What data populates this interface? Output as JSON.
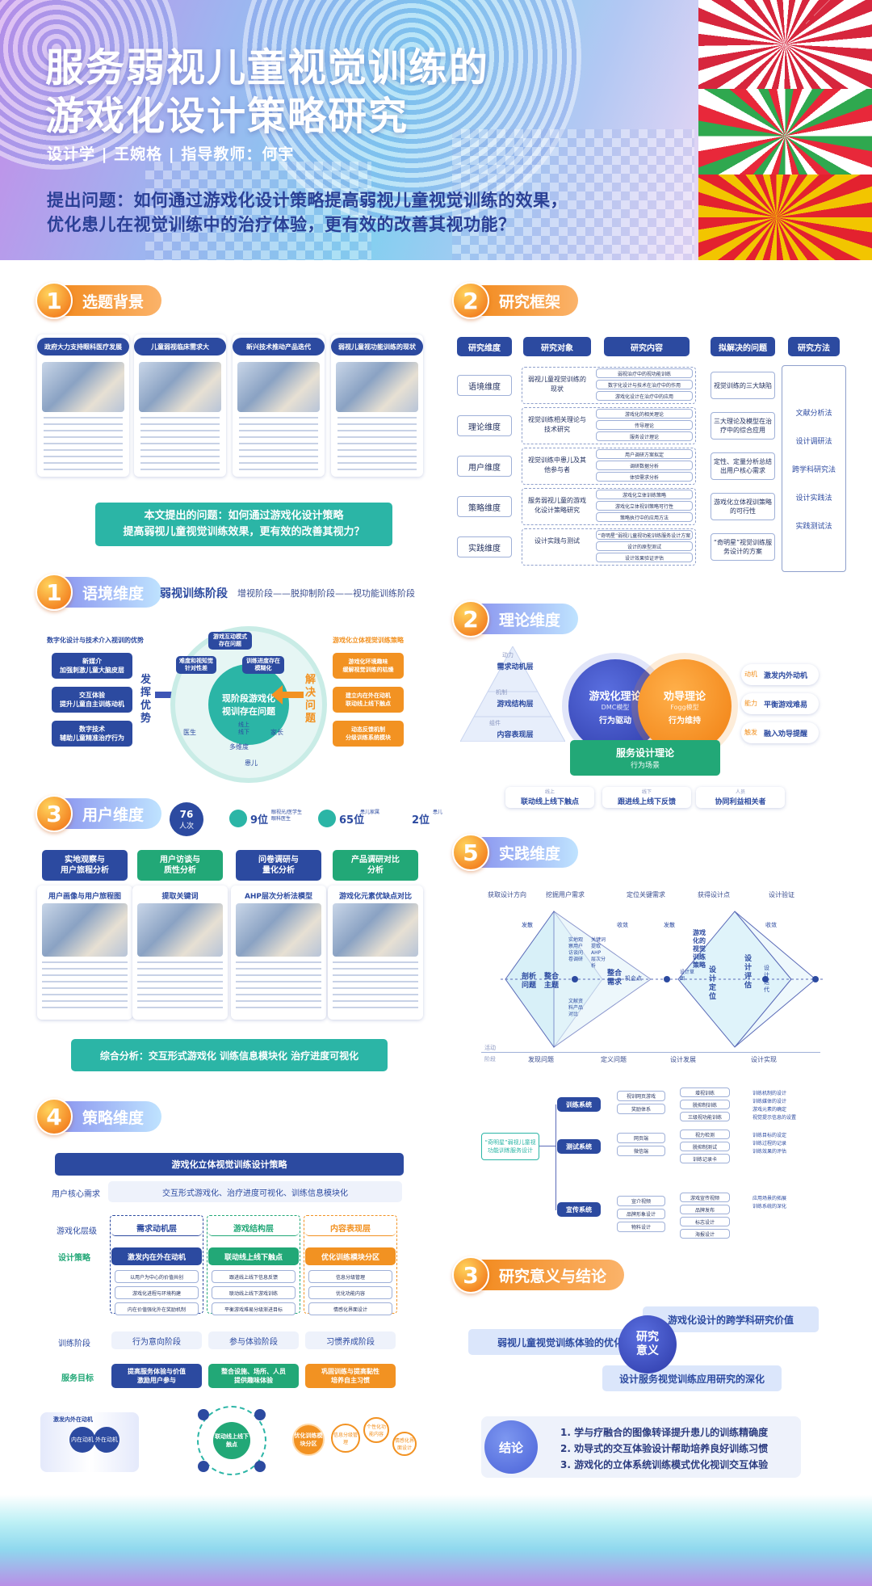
{
  "header": {
    "title_line1": "服务弱视儿童视觉训练的",
    "title_line2": "游戏化设计策略研究",
    "byline": "设计学 | 王婉格 | 指导教师：何宇",
    "question_line1": "提出问题：如何通过游戏化设计策略提高弱视儿童视觉训练的效果，",
    "question_line2": "优化患儿在视觉训练中的治疗体验，更有效的改善其视功能？"
  },
  "s1": {
    "num": "1",
    "label": "选题背景",
    "cards": [
      "政府大力支持眼科医疗发展",
      "儿童弱视临床需求大",
      "新兴技术推动产品迭代",
      "弱视儿童视功能训练的现状"
    ],
    "problem_line1": "本文提出的问题：如何通过游戏化设计策略",
    "problem_line2": "提高弱视儿童视觉训练效果，更有效的改善其视力？"
  },
  "s1b": {
    "num": "1",
    "label": "语境维度",
    "stage_title": "弱视训练阶段",
    "stages": "增视阶段——脱抑制阶段——视功能训练阶段",
    "left_title": "数字化设计与技术介入视训的优势",
    "left_items": [
      "新媒介\n加强刺激儿童大脑皮层",
      "交互体验\n提升儿童自主训练动机",
      "数字技术\n辅助儿童精准治疗行为"
    ],
    "left_arrow": "发挥优势",
    "right_title": "游戏化立体视觉训练策略",
    "right_items": [
      "游戏化环境趣味\n缓解视觉训练的枯燥",
      "建立内在外在动机\n联动线上线下触点",
      "动态反馈机制\n分级训练系统模块"
    ],
    "right_arrow": "解决问题",
    "center": "现阶段游戏化\n视训存在问题",
    "ring": [
      "游戏互动模式\n存在问题",
      "难度和视知觉\n针对性差",
      "训练进度存在\n模糊化",
      "线上\n线下",
      "医生",
      "家长",
      "患儿",
      "多维度"
    ]
  },
  "s2": {
    "num": "2",
    "label": "研究框架",
    "headers": [
      "研究维度",
      "研究对象",
      "研究内容",
      "拟解决的问题",
      "研究方法"
    ],
    "rows": [
      {
        "dim": "语境维度",
        "obj": "弱视儿童视觉训练的现状",
        "content": [
          "弱视治疗中的视功能训练",
          "数字化设计与技术在治疗中的作用",
          "游戏化设计在治疗中的应用"
        ],
        "problem": "视觉训练的三大缺陷"
      },
      {
        "dim": "理论维度",
        "obj": "视觉训练相关理论与技术研究",
        "content": [
          "游戏化的相关理论",
          "传导理论",
          "服务设计理论"
        ],
        "problem": "三大理论及模型在治疗中的综合应用"
      },
      {
        "dim": "用户维度",
        "obj": "视觉训练中患儿及其他参与者",
        "content": [
          "用户调研方案拟定",
          "调研数据分析",
          "体验需求分析"
        ],
        "problem": "定性、定量分析总结出用户核心需求"
      },
      {
        "dim": "策略维度",
        "obj": "服务弱视儿童的游戏化设计策略研究",
        "content": [
          "游戏化立体训练策略",
          "游戏化立体视训策略可行性",
          "策略执行中的应用方法"
        ],
        "problem": "游戏化立体视训策略的可行性"
      },
      {
        "dim": "实践维度",
        "obj": "设计实践与测试",
        "content": [
          "“奇明星”弱视儿童视功能训练服务设计方案",
          "设计的原型测试",
          "设计效果验证评估"
        ],
        "problem": "“奇明星”视觉训练服务设计的方案"
      }
    ],
    "methods": [
      "文献分析法",
      "设计调研法",
      "跨学科研究法",
      "设计实践法",
      "实践测试法"
    ]
  },
  "s2b": {
    "num": "2",
    "label": "理论维度",
    "pyramid": [
      [
        "动力",
        "需求动机层"
      ],
      [
        "机制",
        "游戏结构层"
      ],
      [
        "组件",
        "内容表现层"
      ]
    ],
    "left_circle": [
      "游戏化理论",
      "DMC模型",
      "行为驱动"
    ],
    "right_circle": [
      "劝导理论",
      "Fogg模型",
      "行为维持"
    ],
    "right_items": [
      [
        "动机",
        "激发内外动机"
      ],
      [
        "能力",
        "平衡游戏难易"
      ],
      [
        "触发",
        "融入劝导提醒"
      ]
    ],
    "service": [
      "服务设计理论",
      "行为场景"
    ],
    "bottom": [
      [
        "线上",
        "联动线上线下触点"
      ],
      [
        "线下",
        "跟进线上线下反馈"
      ],
      [
        "人员",
        "协同利益相关者"
      ]
    ]
  },
  "s3": {
    "num": "3",
    "label": "用户维度",
    "count_num": "76",
    "count_unit": "人次",
    "stats": [
      [
        "9位",
        "眼视光/医学生\n眼科医生"
      ],
      [
        "65位",
        "患儿家属"
      ],
      [
        "2位",
        "患儿"
      ]
    ],
    "steps": [
      "实地观察与\n用户旅程分析",
      "用户访谈与\n质性分析",
      "问卷调研与\n量化分析",
      "产品调研对比\n分析"
    ],
    "cards": [
      "用户画像与用户旅程图",
      "提取关键词",
      "AHP层次分析法模型",
      "游戏化元素优缺点对比"
    ],
    "summary": "综合分析：交互形式游戏化  训练信息模块化  治疗进度可视化"
  },
  "s4": {
    "num": "4",
    "label": "策略维度",
    "banner": "游戏化立体视觉训练设计策略",
    "need_label": "用户核心需求",
    "need_text": "交互形式游戏化、治疗进度可视化、训练信息模块化",
    "layer_label": "游戏化层级",
    "layers": [
      "需求动机层",
      "游戏结构层",
      "内容表现层"
    ],
    "strategy_label": "设计策略",
    "strategies": [
      "激发内在外在动机",
      "联动线上线下触点",
      "优化训练模块分区"
    ],
    "col_items": [
      [
        "以用户为中心的价值共创",
        "游戏化进程与环境构建",
        "内在价值强化外在奖励机制"
      ],
      [
        "跟进线上线下信息反馈",
        "联动线上线下游戏训练",
        "平衡游戏难易分级渐进目标"
      ],
      [
        "信息分级管理",
        "优化功能内容",
        "情感化界面设计"
      ]
    ],
    "stage_label": "训练阶段",
    "stages": [
      "行为意向阶段",
      "参与体验阶段",
      "习惯养成阶段"
    ],
    "goal_label": "服务目标",
    "goals": [
      "提高服务体验与价值\n激励用户参与",
      "整合设施、场所、人员\n提供趣味体验",
      "巩固训练与提高黏性\n培养自主习惯"
    ],
    "mini1": [
      "激发内外在动机",
      "内在动机",
      "外在动机"
    ],
    "mini2": "联动线上线下触点",
    "mini3": [
      "优化训练模块分区",
      "信息分级管理",
      "个性化功能内容",
      "情感化界面设计"
    ]
  },
  "s5": {
    "num": "5",
    "label": "实践维度",
    "top_labels": [
      "获取设计方向",
      "挖掘用户需求",
      "定位关键需求",
      "获得设计点",
      "设计验证"
    ],
    "bottom_labels": [
      "发现问题",
      "定义问题",
      "设计发展",
      "设计实现"
    ],
    "side_labels": [
      "活动",
      "阶段"
    ],
    "d1": [
      "剖析问题",
      "整合主题",
      "实地观察用户访谈问卷调研",
      "文献资料产品对比"
    ],
    "d2": [
      "整合需求",
      "关键词提取AHP层次分析"
    ],
    "center_dot": "机会点",
    "d3": [
      "游戏化的视觉训练策略",
      "设计定位",
      "设计草图",
      "设计评估",
      "设计迭代"
    ],
    "arrows": [
      "发散",
      "收敛",
      "发散",
      "收敛"
    ],
    "tree_root": "“奇明星”弱视儿童视功能训练服务设计",
    "tree": [
      {
        "name": "训练系统",
        "children": [
          "视训网页游戏",
          "奖励体系"
        ],
        "leaves": [
          "增视训练",
          "脱抑制训练",
          "三级视功能训练"
        ],
        "notes": [
          "训练机制的设计",
          "训练媒体的设计",
          "游戏元素的确定",
          "视觉提示信息的设置"
        ]
      },
      {
        "name": "测试系统",
        "children": [
          "网页端",
          "微信端"
        ],
        "leaves": [
          "视力检测",
          "脱抑制测试",
          "训练记录卡"
        ],
        "notes": [
          "训练目标的设定",
          "训练过程的记录",
          "训练效果的评估"
        ]
      },
      {
        "name": "宣传系统",
        "children": [
          "宣介视频",
          "品牌形象设计",
          "物料设计"
        ],
        "leaves": [
          "游戏宣传视频",
          "品牌发布",
          "标志设计",
          "海报设计"
        ],
        "notes": [
          "应用场景的拓展",
          "训练系统的深化"
        ]
      }
    ]
  },
  "s6": {
    "num": "3",
    "label": "研究意义与结论",
    "meaning_center": "研究\n意义",
    "meaning": [
      "游戏化设计的跨学科研究价值",
      "弱视儿童视觉训练体验的优化",
      "设计服务视觉训练应用研究的深化"
    ],
    "conclusion_label": "结论",
    "conclusions": [
      "1. 学与疗融合的图像转译提升患儿的训练精确度",
      "2. 劝导式的交互体验设计帮助培养良好训练习惯",
      "3. 游戏化的立体系统训练模式优化视训交互体验"
    ]
  },
  "colors": {
    "navy": "#2c4aa0",
    "teal": "#2bb5a6",
    "orange": "#f29222",
    "green": "#22a877"
  }
}
